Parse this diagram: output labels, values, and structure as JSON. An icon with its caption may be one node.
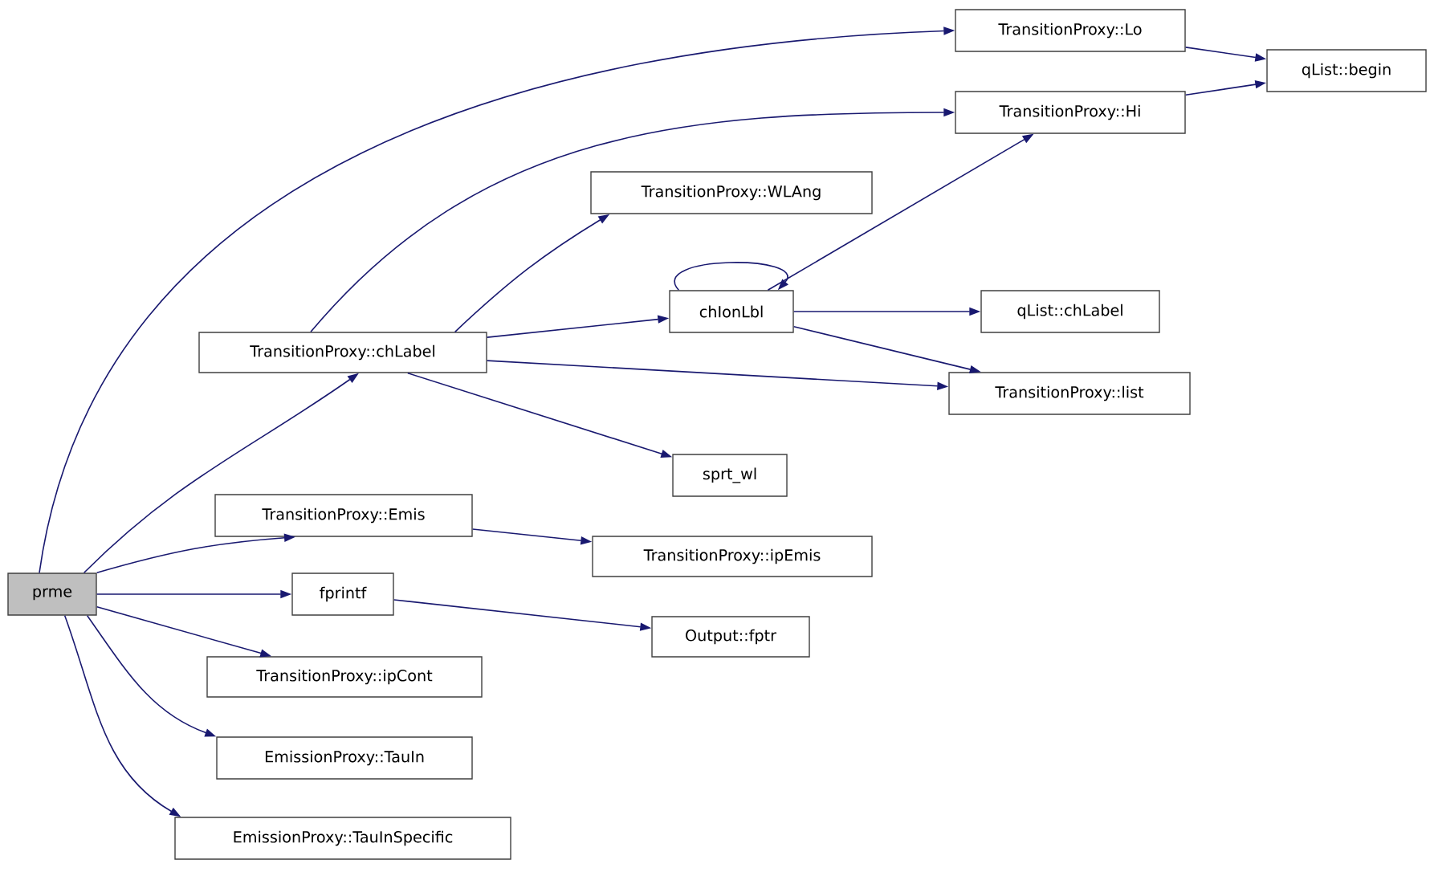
{
  "diagram": {
    "nodes": [
      {
        "text": [
          "prme"
        ]
      },
      {
        "text": [
          "TransitionProxy::chLabel"
        ]
      },
      {
        "text": [
          "TransitionProxy::Lo"
        ]
      },
      {
        "text": [
          "TransitionProxy::Hi"
        ]
      },
      {
        "text": [
          "TransitionProxy::WLAng"
        ]
      },
      {
        "text": [
          "chIonLbl"
        ]
      },
      {
        "text": [
          "qList::begin"
        ]
      },
      {
        "text": [
          "qList::chLabel"
        ]
      },
      {
        "text": [
          "TransitionProxy::list"
        ]
      },
      {
        "text": [
          "sprt_wl"
        ]
      },
      {
        "text": [
          "TransitionProxy::Emis"
        ]
      },
      {
        "text": [
          "TransitionProxy::ipEmis"
        ]
      },
      {
        "text": [
          "fprintf"
        ]
      },
      {
        "text": [
          "Output::fptr"
        ]
      },
      {
        "text": [
          "TransitionProxy::ipCont"
        ]
      },
      {
        "text": [
          "EmissionProxy::TauIn"
        ]
      },
      {
        "text": [
          "EmissionProxy::TauInSpecific"
        ]
      }
    ],
    "edges": [
      {
        "from": 0,
        "to": 1,
        "arrow": "to"
      },
      {
        "from": 0,
        "to": 2,
        "arrow": "to"
      },
      {
        "from": 0,
        "to": 10,
        "arrow": "to"
      },
      {
        "from": 0,
        "to": 12,
        "arrow": "to"
      },
      {
        "from": 0,
        "to": 14,
        "arrow": "to"
      },
      {
        "from": 0,
        "to": 15,
        "arrow": "to"
      },
      {
        "from": 0,
        "to": 16,
        "arrow": "to"
      },
      {
        "from": 1,
        "to": 3,
        "arrow": "to"
      },
      {
        "from": 1,
        "to": 4,
        "arrow": "to"
      },
      {
        "from": 1,
        "to": 5,
        "arrow": "to"
      },
      {
        "from": 1,
        "to": 8,
        "arrow": "to"
      },
      {
        "from": 1,
        "to": 9,
        "arrow": "to"
      },
      {
        "from": 2,
        "to": 6,
        "arrow": "to"
      },
      {
        "from": 3,
        "to": 6,
        "arrow": "to"
      },
      {
        "from": 5,
        "to": 5,
        "arrow": "to"
      },
      {
        "from": 5,
        "to": 3,
        "arrow": "to"
      },
      {
        "from": 5,
        "to": 7,
        "arrow": "to"
      },
      {
        "from": 5,
        "to": 8,
        "arrow": "to"
      },
      {
        "from": 10,
        "to": 11,
        "arrow": "to"
      },
      {
        "from": 12,
        "to": 13,
        "arrow": "to"
      }
    ]
  }
}
